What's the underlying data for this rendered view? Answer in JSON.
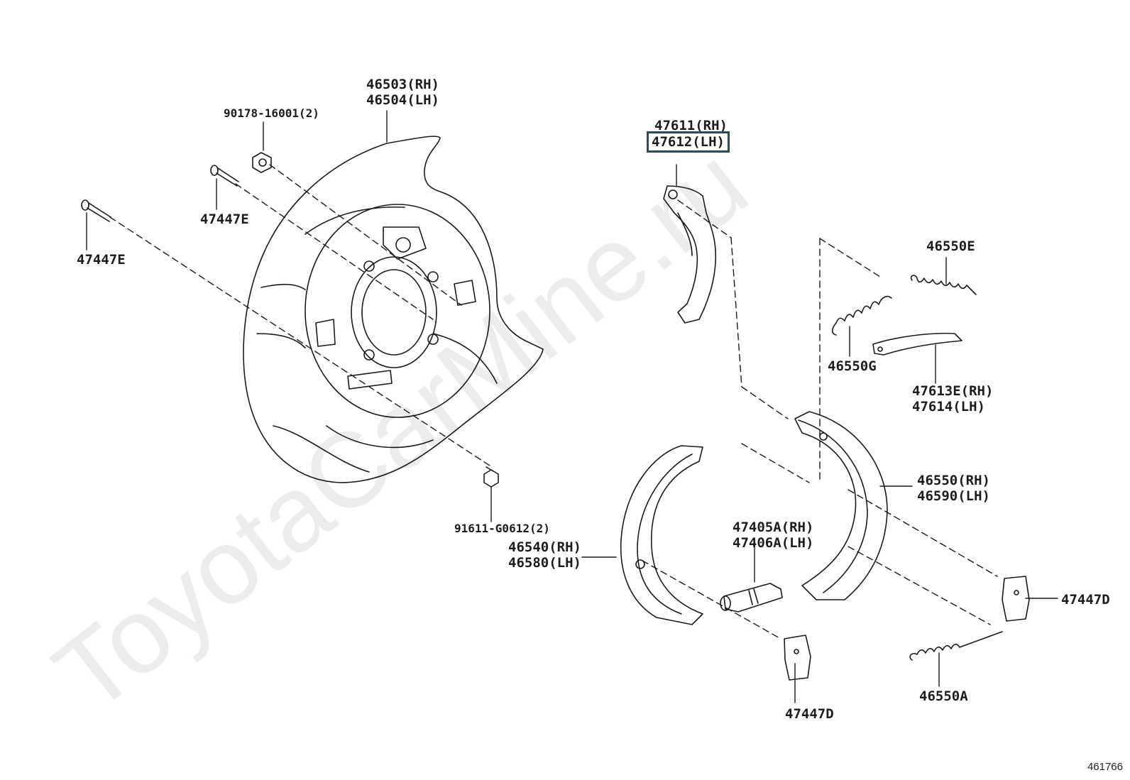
{
  "watermark": "ToyotaCarMine.ru",
  "diagram_number": "461766",
  "labels": {
    "l_46503": [
      "46503(RH)",
      "46504(LH)"
    ],
    "l_90178": [
      "90178-16001(2)"
    ],
    "l_47447E_a": [
      "47447E"
    ],
    "l_47447E_b": [
      "47447E"
    ],
    "l_91611": [
      "91611-G0612(2)"
    ],
    "l_46540": [
      "46540(RH)",
      "46580(LH)"
    ],
    "l_47611": [
      "47611(RH)"
    ],
    "l_47612": [
      "47612(LH)"
    ],
    "l_46550E": [
      "46550E"
    ],
    "l_46550G": [
      "46550G"
    ],
    "l_47613": [
      "47613E(RH)",
      "47614(LH)"
    ],
    "l_46550": [
      "46550(RH)",
      "46590(LH)"
    ],
    "l_47405": [
      "47405A(RH)",
      "47406A(LH)"
    ],
    "l_47447D_r": [
      "47447D"
    ],
    "l_47447D_b": [
      "47447D"
    ],
    "l_46550A": [
      "46550A"
    ]
  },
  "highlighted_part": "47612(LH)"
}
